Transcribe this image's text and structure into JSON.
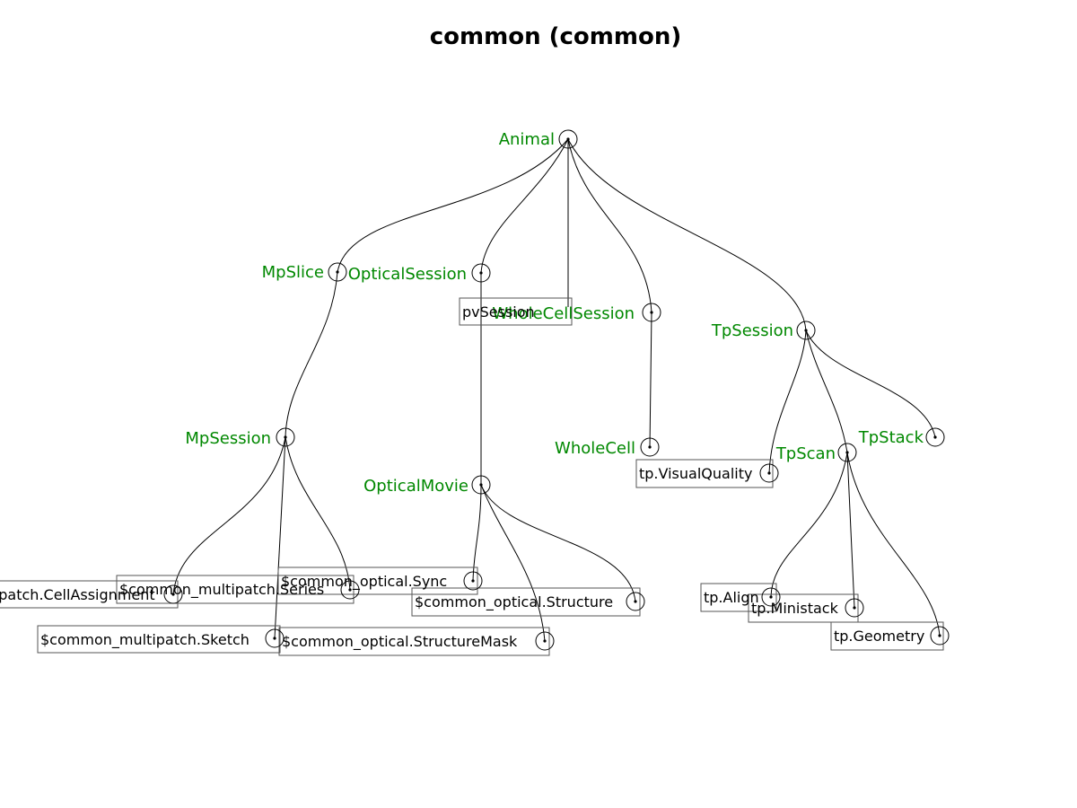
{
  "title": "common (common)",
  "colors": {
    "table_label": "#008800",
    "part_label": "#000000",
    "edge": "#000000"
  },
  "nodes": {
    "animal": "Animal",
    "mpslice": "MpSlice",
    "opticalsession": "OpticalSession",
    "pvsession": "pvSession",
    "wholecellsession": "WholeCellSession",
    "tpsession": "TpSession",
    "mpsession": "MpSession",
    "opticalmovie": "OpticalMovie",
    "wholecell": "WholeCell",
    "tpscan": "TpScan",
    "tpstack": "TpStack",
    "cellassignment": "tpatch.CellAssignment",
    "mpseries": "$common_multipatch.Series",
    "mpsketch": "$common_multipatch.Sketch",
    "opticalsync": "$common_optical.Sync",
    "opticalstructure": "$common_optical.Structure",
    "opticalstructuremask": "$common_optical.StructureMask",
    "visualquality": "tp.VisualQuality",
    "tpalign": "tp.Align",
    "tpministack": "tp.Ministack",
    "tpgeometry": "tp.Geometry"
  }
}
